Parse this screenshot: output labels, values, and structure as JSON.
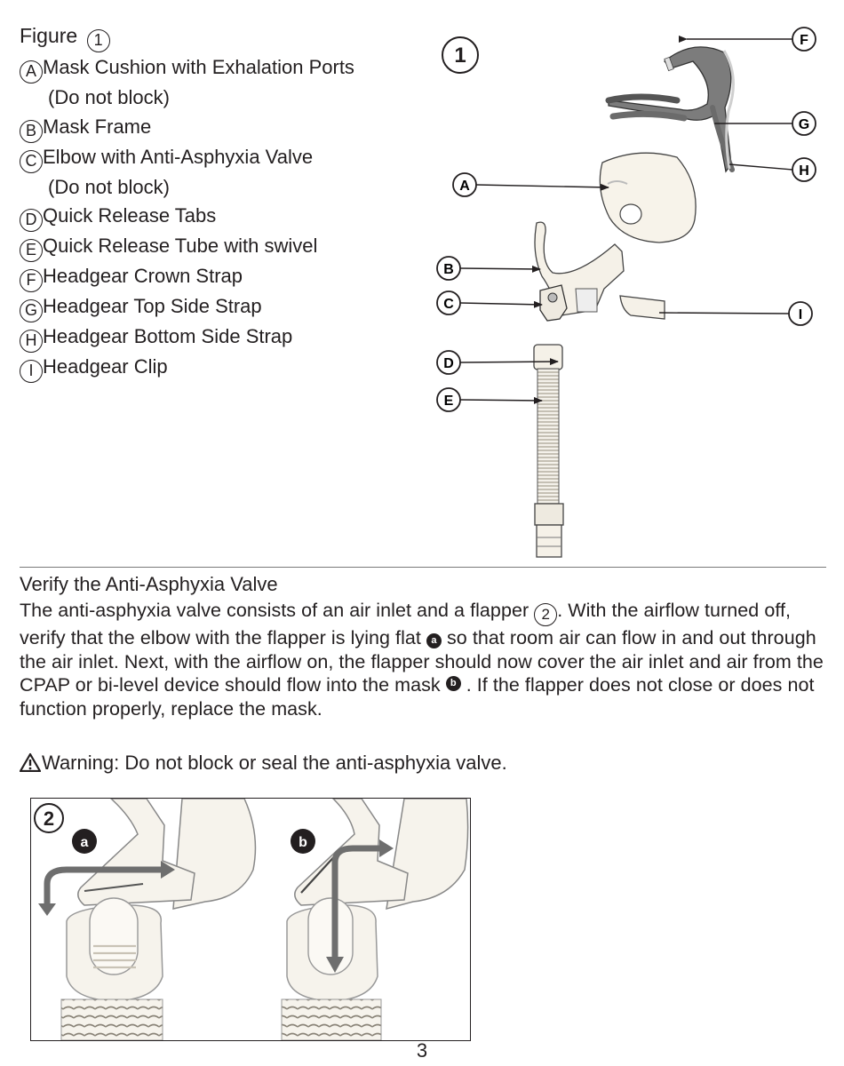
{
  "figure1": {
    "title": "Figure",
    "number": "1",
    "items": [
      {
        "letter": "A",
        "text": "Mask Cushion with Exhalation Ports",
        "cont": "(Do not block)"
      },
      {
        "letter": "B",
        "text": "Mask Frame"
      },
      {
        "letter": "C",
        "text": "Elbow with Anti-Asphyxia Valve",
        "cont": "(Do not block)"
      },
      {
        "letter": "D",
        "text": "Quick Release Tabs"
      },
      {
        "letter": "E",
        "text": "Quick Release Tube with swivel"
      },
      {
        "letter": "F",
        "text": "Headgear Crown Strap"
      },
      {
        "letter": "G",
        "text": "Headgear Top Side Strap"
      },
      {
        "letter": "H",
        "text": "Headgear Bottom Side Strap"
      },
      {
        "letter": "I",
        "text": "Headgear Clip"
      }
    ],
    "callouts": {
      "A": "A",
      "B": "B",
      "C": "C",
      "D": "D",
      "E": "E",
      "F": "F",
      "G": "G",
      "H": "H",
      "I": "I"
    }
  },
  "section": {
    "title": "Verify the Anti-Asphyxia Valve",
    "p1": "The anti-asphyxia valve consists of an air inlet and a flapper",
    "fig_ref": "2",
    "p2": ". With the airflow turned off, verify that the elbow with the flapper is lying flat",
    "marker_a": "a",
    "p3": " so that room air can flow in and out through the air inlet. Next, with the airflow on, the flapper should now cover the air inlet and air from the CPAP or bi-level device should flow into the mask",
    "marker_b": "b",
    "p4": " . If the flapper does not close or does not function properly, replace the mask."
  },
  "warning": {
    "label": "Warning:",
    "text": " Do not block or seal the anti-asphyxia valve."
  },
  "figure2": {
    "number": "2",
    "label_a": "a",
    "label_b": "b"
  },
  "page_number": "3"
}
